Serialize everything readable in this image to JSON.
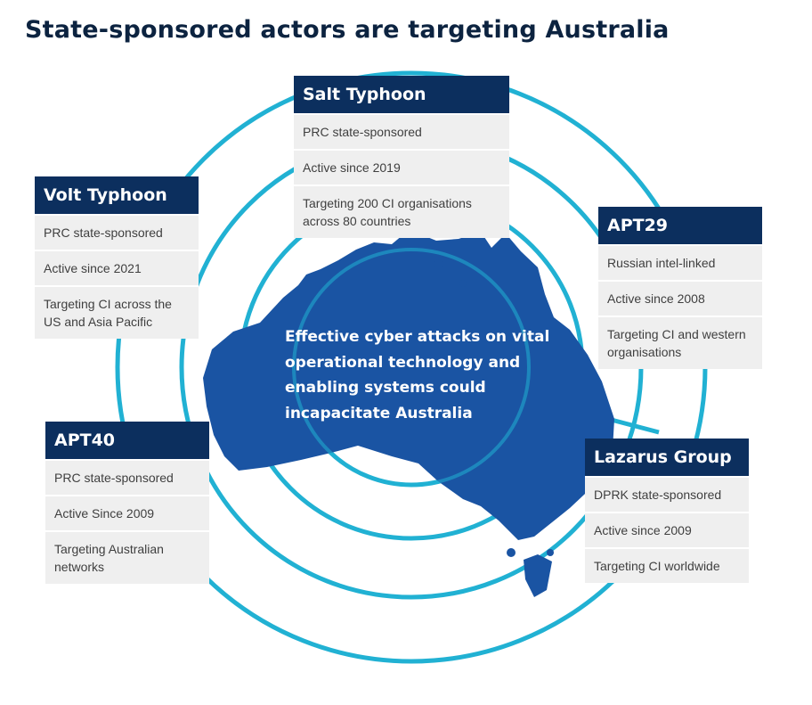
{
  "title": "State-sponsored actors are targeting Australia",
  "center_text": "Effective cyber attacks on vital operational technology and enabling systems could incapacitate Australia",
  "colors": {
    "navy": "#0c2f5e",
    "ring": "#21b1d3",
    "map": "#1a54a3",
    "title": "#0c2340"
  },
  "actors": [
    {
      "name": "Salt Typhoon",
      "lines": [
        "PRC state-sponsored",
        "Active since 2019",
        "Targeting 200 CI organisations across 80 countries"
      ]
    },
    {
      "name": "Volt Typhoon",
      "lines": [
        "PRC state-sponsored",
        "Active since 2021",
        "Targeting CI across the US and Asia Pacific"
      ]
    },
    {
      "name": "APT29",
      "lines": [
        "Russian intel-linked",
        "Active since 2008",
        "Targeting CI and western organisations"
      ]
    },
    {
      "name": "APT40",
      "lines": [
        "PRC state-sponsored",
        "Active Since 2009",
        "Targeting Australian networks"
      ]
    },
    {
      "name": "Lazarus Group",
      "lines": [
        "DPRK state-sponsored",
        "Active since 2009",
        "Targeting CI worldwide"
      ]
    }
  ]
}
